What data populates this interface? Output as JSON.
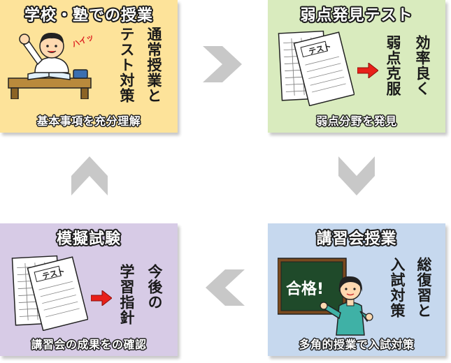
{
  "cards": {
    "school": {
      "title": "学校・塾での授業",
      "line1": "通常授業と",
      "line2": "テスト対策",
      "bottom": "基本事項を充分理解",
      "exclaim": "ハイッ",
      "bg": "#fde39a"
    },
    "weakness": {
      "title": "弱点発見テスト",
      "paper_label": "テスト",
      "line1": "効率良く",
      "line2": "弱点克服",
      "bottom": "弱点分野を発見",
      "bg": "#d9ebbe"
    },
    "lecture": {
      "title": "講習会授業",
      "board_text": "合格!",
      "line1": "総復習と",
      "line2": "入試対策",
      "bottom": "多角的授業で入試対策",
      "bg": "#c6d8ee"
    },
    "mock": {
      "title": "模擬試験",
      "paper_label": "テスト",
      "line1": "今後の",
      "line2": "学習指針",
      "bottom": "講習会の成果をの確認",
      "bg": "#d7cbe6"
    }
  },
  "colors": {
    "flow_arrow": "#c8c8c8",
    "red_arrow": "#e8201a",
    "title_outline": "#1a1a1a"
  },
  "icons": [
    "arrow-right-icon",
    "arrow-down-icon",
    "arrow-left-icon",
    "arrow-up-icon",
    "red-arrow-icon"
  ]
}
